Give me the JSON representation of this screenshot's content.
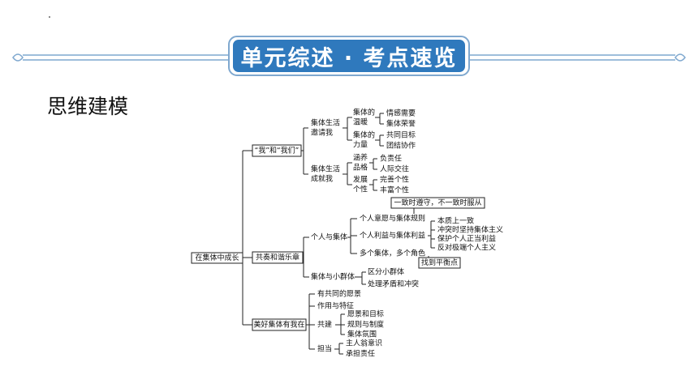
{
  "banner": {
    "title": "单元综述 · 考点速览"
  },
  "section_heading": "思维建模",
  "mindmap": {
    "root": "在集体中成长",
    "branches": [
      {
        "label": "“我”和“我们”",
        "children": [
          {
            "label": [
              "集体生活",
              "邀请我"
            ],
            "children": [
              {
                "label": [
                  "集体的",
                  "温暖"
                ],
                "children": [
                  "情感需要",
                  "集体荣誉"
                ]
              },
              {
                "label": [
                  "集体的",
                  "力量"
                ],
                "children": [
                  "共同目标",
                  "团结协作"
                ]
              }
            ]
          },
          {
            "label": [
              "集体生活",
              "成就我"
            ],
            "children": [
              {
                "label": [
                  "涵养",
                  "品格"
                ],
                "children": [
                  "负责任",
                  "人际交往"
                ]
              },
              {
                "label": [
                  "发展",
                  "个性"
                ],
                "children": [
                  "完善个性",
                  "丰富个性"
                ]
              }
            ]
          }
        ]
      },
      {
        "label": "共奏和谐乐章",
        "children": [
          {
            "label": "个人与集体",
            "children": [
              {
                "label": "个人意愿与集体规则",
                "note": "一致时遵守，不一致时服从"
              },
              {
                "label": "个人利益与集体利益",
                "children": [
                  "本质上一致",
                  "冲突时坚持集体主义",
                  "保护个人正当利益",
                  "反对极端个人主义"
                ]
              },
              {
                "label": "多个集体，多个角色",
                "note": "找到平衡点"
              }
            ]
          },
          {
            "label": "集体与小群体",
            "children": [
              "区分小群体",
              "处理矛盾和冲突"
            ]
          }
        ]
      },
      {
        "label": "美好集体有我在",
        "children": [
          {
            "label": "有共同的愿景"
          },
          {
            "label": "作用与特征"
          },
          {
            "label": "共建",
            "children": [
              "愿景和目标",
              "规则与制度",
              "集体氛围"
            ]
          },
          {
            "label": "担当",
            "children": [
              "主人翁意识",
              "承担责任"
            ]
          }
        ]
      }
    ]
  }
}
